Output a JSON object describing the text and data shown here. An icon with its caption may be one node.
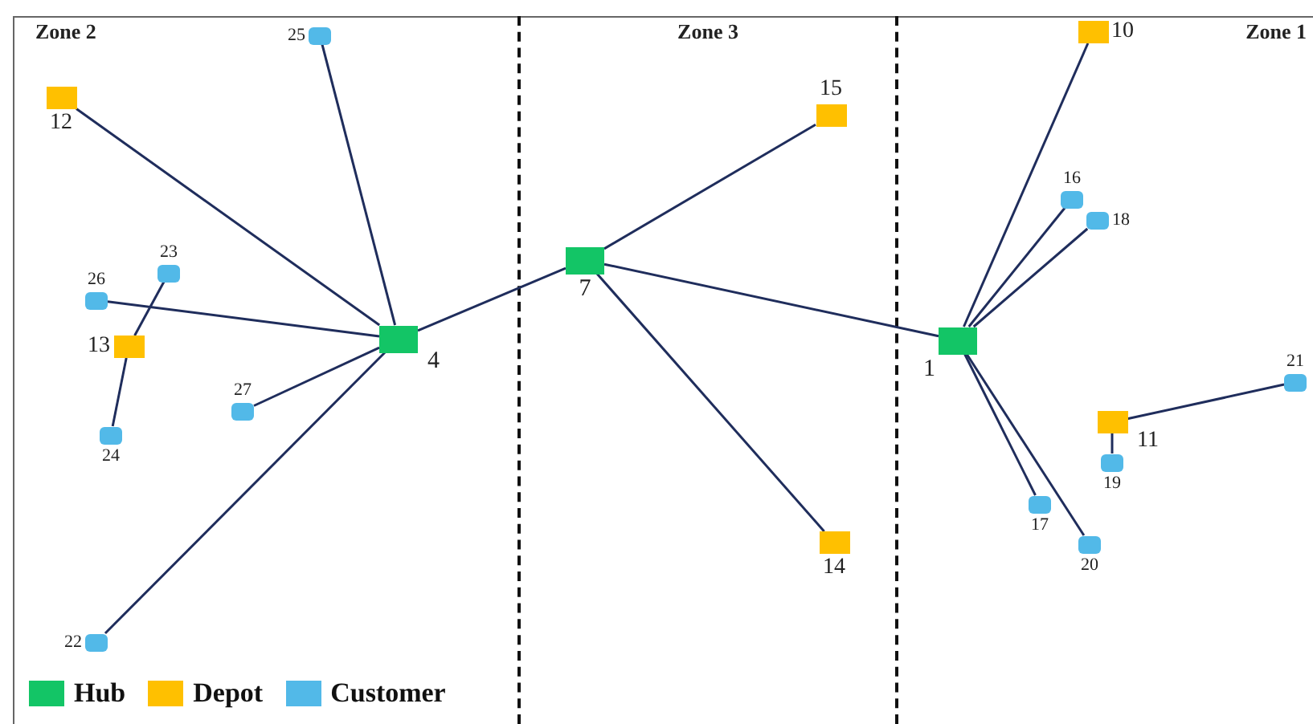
{
  "diagram": {
    "nodes": [
      {
        "text": [
          "Zone 2"
        ]
      },
      {
        "text": [
          "Zone 3"
        ]
      },
      {
        "text": [
          "Zone 1"
        ]
      },
      {
        "text": [
          "25"
        ],
        "in": 0
      },
      {
        "text": [
          "12"
        ],
        "in": 0
      },
      {
        "text": [
          "23"
        ],
        "in": 0
      },
      {
        "text": [
          "26"
        ],
        "in": 0
      },
      {
        "text": [
          "4"
        ],
        "in": 0
      },
      {
        "text": [
          "13"
        ],
        "in": 0
      },
      {
        "text": [
          "27"
        ],
        "in": 0
      },
      {
        "text": [
          "24"
        ],
        "in": 0
      },
      {
        "text": [
          "22"
        ],
        "in": 0
      },
      {
        "text": [
          "15"
        ],
        "in": 1
      },
      {
        "text": [
          "7"
        ],
        "in": 1
      },
      {
        "text": [
          "14"
        ],
        "in": 1
      },
      {
        "text": [
          "10"
        ],
        "in": 2
      },
      {
        "text": [
          "16"
        ],
        "in": 2
      },
      {
        "text": [
          "18"
        ],
        "in": 2
      },
      {
        "text": [
          "1"
        ],
        "in": 2
      },
      {
        "text": [
          "21"
        ],
        "in": 2
      },
      {
        "text": [
          "11"
        ],
        "in": 2
      },
      {
        "text": [
          "19"
        ],
        "in": 2
      },
      {
        "text": [
          "17"
        ],
        "in": 2
      },
      {
        "text": [
          "20"
        ],
        "in": 2
      }
    ],
    "edges": [
      {
        "from": 7,
        "to": 3,
        "arrow": "none"
      },
      {
        "from": 7,
        "to": 4,
        "arrow": "none"
      },
      {
        "from": 7,
        "to": 6,
        "arrow": "none"
      },
      {
        "from": 7,
        "to": 9,
        "arrow": "none"
      },
      {
        "from": 7,
        "to": 11,
        "arrow": "none"
      },
      {
        "from": 5,
        "to": 8,
        "arrow": "none"
      },
      {
        "from": 8,
        "to": 10,
        "arrow": "none"
      },
      {
        "from": 7,
        "to": 13,
        "arrow": "none"
      },
      {
        "from": 13,
        "to": 12,
        "arrow": "none"
      },
      {
        "from": 13,
        "to": 14,
        "arrow": "none"
      },
      {
        "from": 13,
        "to": 18,
        "arrow": "none"
      },
      {
        "from": 18,
        "to": 15,
        "arrow": "none"
      },
      {
        "from": 18,
        "to": 16,
        "arrow": "none"
      },
      {
        "from": 18,
        "to": 17,
        "arrow": "none"
      },
      {
        "from": 18,
        "to": 22,
        "arrow": "none"
      },
      {
        "from": 18,
        "to": 23,
        "arrow": "none"
      },
      {
        "from": 20,
        "to": 19,
        "arrow": "none"
      },
      {
        "from": 20,
        "to": 21,
        "arrow": "none"
      }
    ],
    "legend": [
      {
        "text": "Hub",
        "color": "#13c566"
      },
      {
        "text": "Depot",
        "color": "#ffc000"
      },
      {
        "text": "Customer",
        "color": "#52b9e8"
      }
    ]
  }
}
